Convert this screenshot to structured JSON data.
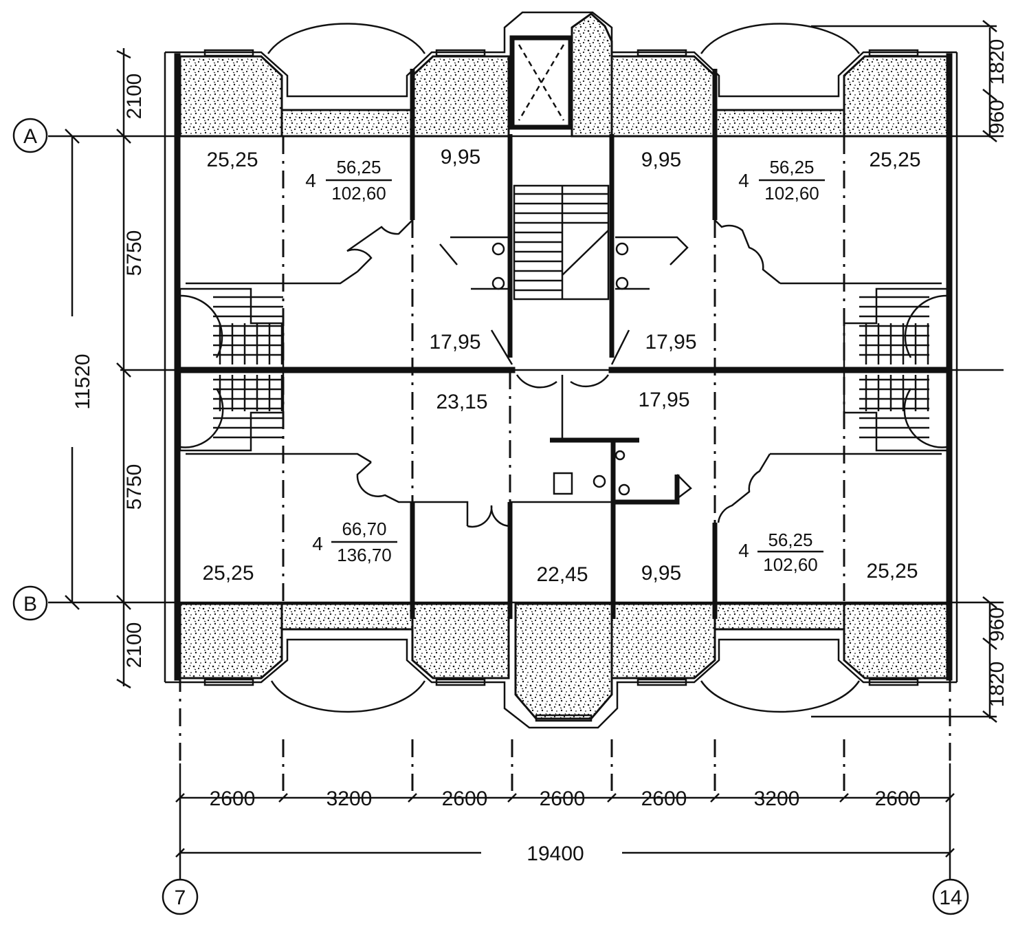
{
  "axes": {
    "row_top": "A",
    "row_bottom": "B",
    "col_left": "7",
    "col_right": "14"
  },
  "dimensions": {
    "left_chain": [
      "2100",
      "5750",
      "5750",
      "2100"
    ],
    "left_total": "11520",
    "right_top": [
      "1820",
      "960"
    ],
    "right_bottom": [
      "960",
      "1820"
    ],
    "bottom_chain": [
      "2600",
      "3200",
      "2600",
      "2600",
      "2600",
      "3200",
      "2600"
    ],
    "bottom_total": "19400"
  },
  "rooms": [
    "25,25",
    "9,95",
    "9,95",
    "25,25",
    "17,95",
    "17,95",
    "23,15",
    "17,95",
    "25,25",
    "22,45",
    "9,95",
    "25,25"
  ],
  "apartments": [
    {
      "rooms": "4",
      "living": "56,25",
      "total": "102,60"
    },
    {
      "rooms": "4",
      "living": "56,25",
      "total": "102,60"
    },
    {
      "rooms": "4",
      "living": "66,70",
      "total": "136,70"
    },
    {
      "rooms": "4",
      "living": "56,25",
      "total": "102,60"
    }
  ],
  "colors": {
    "ink": "#111111",
    "paper": "#ffffff"
  }
}
